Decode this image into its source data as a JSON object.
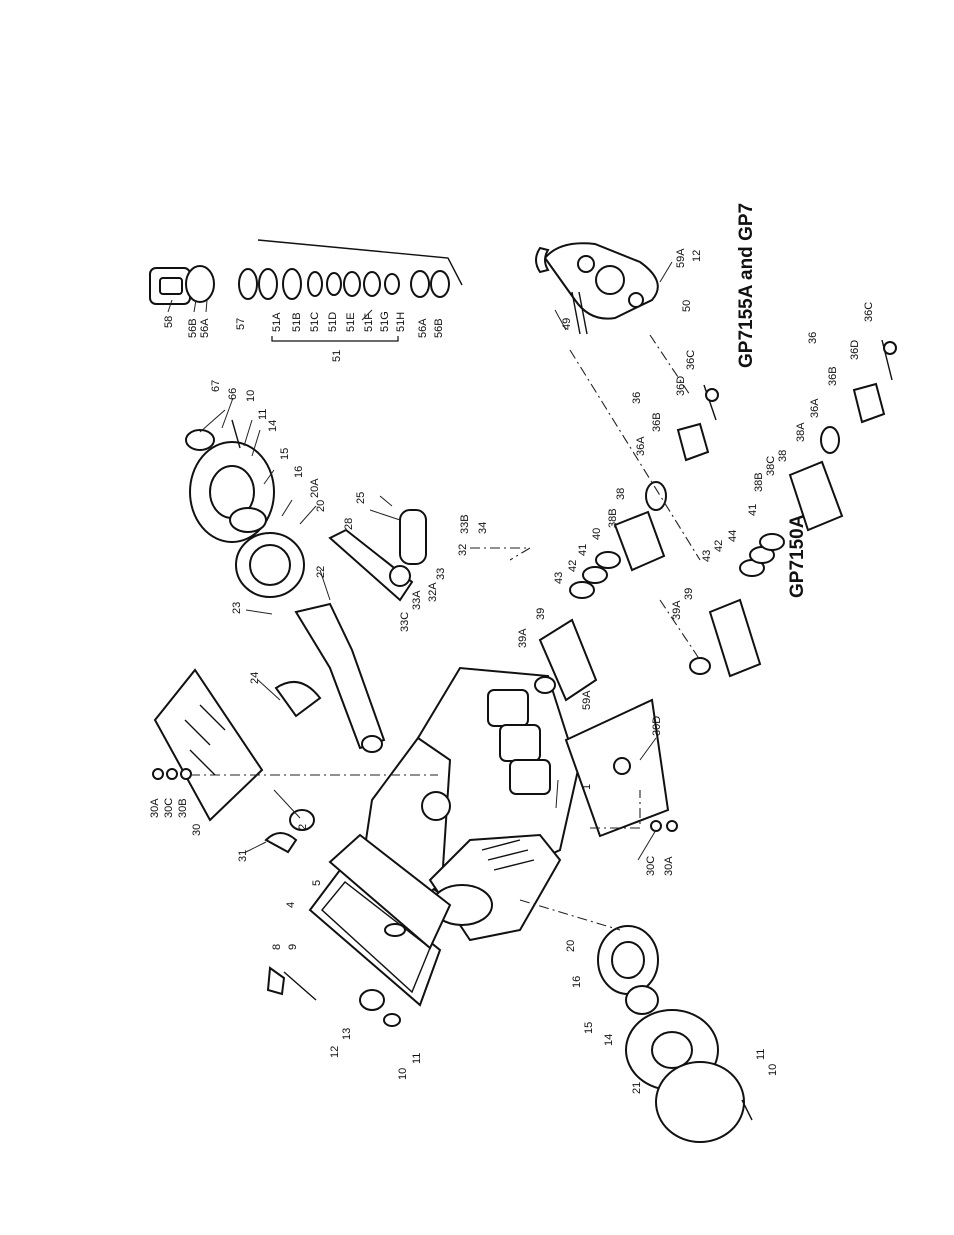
{
  "models": {
    "gp7150a": "GP7150A",
    "gp7155a": "GP7155A and GP7"
  },
  "callouts": {
    "c58": "58",
    "c56b_top": "56B",
    "c56a_top": "56A",
    "c57": "57",
    "c51a": "51A",
    "c51b": "51B",
    "c51c": "51C",
    "c51d": "51D",
    "c51e": "51E",
    "c51f": "51F",
    "c51g": "51G",
    "c51h": "51H",
    "c56a": "56A",
    "c56b": "56B",
    "c51": "51",
    "c67": "67",
    "c66": "66",
    "c10_top": "10",
    "c11_top": "11",
    "c14_top": "14",
    "c15_top": "15",
    "c16_top": "16",
    "c20a": "20A",
    "c20_top": "20",
    "c22": "22",
    "c23": "23",
    "c24": "24",
    "c25": "25",
    "c28": "28",
    "c30a_top": "30A",
    "c30c_top": "30C",
    "c30b": "30B",
    "c30": "30",
    "c31": "31",
    "c2": "2",
    "c1": "1",
    "c33c": "33C",
    "c33a": "33A",
    "c32a": "32A",
    "c33": "33",
    "c32": "32",
    "c33b": "33B",
    "c34": "34",
    "c39a": "39A",
    "c39": "39",
    "c43": "43",
    "c42": "42",
    "c41": "41",
    "c40": "40",
    "c38b": "38B",
    "c38": "38",
    "c36a": "36A",
    "c36b": "36B",
    "c36c": "36C",
    "c36d": "36D",
    "c36": "36",
    "c59a_mid": "59A",
    "c49": "49",
    "c50": "50",
    "c59a": "59A",
    "c12_right": "12",
    "c39a_low": "39A",
    "c39_low": "39",
    "c43_low": "43",
    "c42_low": "42",
    "c44_low": "44",
    "c41_low": "41",
    "c38b_low": "38B",
    "c38c_low": "38C",
    "c38_low": "38",
    "c38a_low": "38A",
    "c36a_low": "36A",
    "c36b_low": "36B",
    "c36d_low": "36D",
    "c36c_low": "36C",
    "c36_low": "36",
    "c30d": "30D",
    "c30c_low": "30C",
    "c30a_low": "30A",
    "c4": "4",
    "c5": "5",
    "c8": "8",
    "c9": "9",
    "c12": "12",
    "c13": "13",
    "c10_left": "10",
    "c11_left": "11",
    "c20_low": "20",
    "c16_low": "16",
    "c15_low": "15",
    "c14_low": "14",
    "c21": "21",
    "c11_low": "11",
    "c10_low": "10"
  }
}
